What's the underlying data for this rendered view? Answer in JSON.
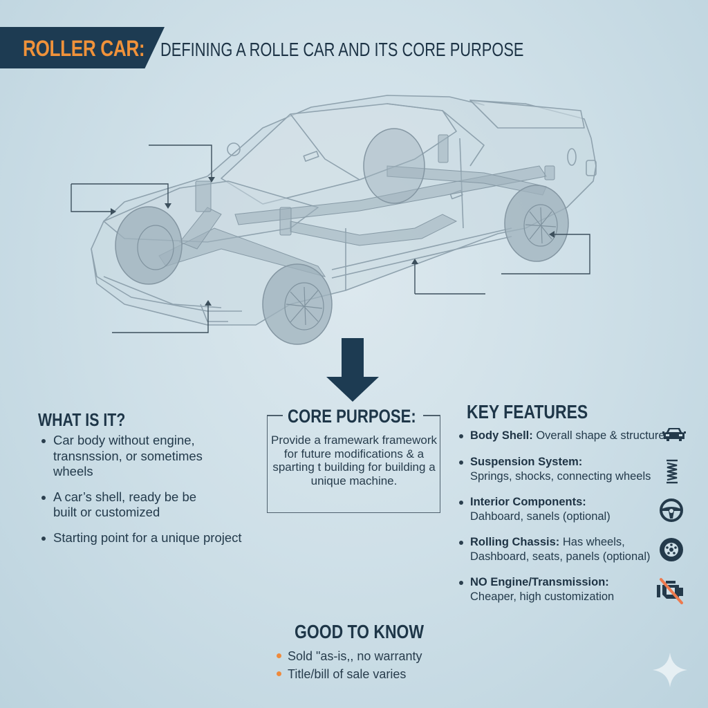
{
  "header": {
    "title_accent": "ROLLER CAR:",
    "title_main": "DEFINING A ROLLE CAR AND ITS CORE PURPOSE"
  },
  "illustration": {
    "subject": "transparent-car-chassis",
    "callout_count": 6,
    "arrow": "down-arrow-icon"
  },
  "what_is_it": {
    "title": "WHAT IS IT?",
    "items": [
      "Car body without engine, transnssion, or sometimes wheels",
      "A car’s shell, ready be be built or customized",
      "Starting point for a unique project"
    ]
  },
  "core_purpose": {
    "title": "CORE PURPOSE:",
    "text": "Provide a framewark framework for future modifications & a sparting t building for building a unique machine."
  },
  "key_features": {
    "title": "KEY FEATURES",
    "items": [
      {
        "label": "Body Shell:",
        "text": " Overall shape & structure",
        "icon": "car-icon"
      },
      {
        "label": "Suspension System:",
        "text": "Springs, shocks, connecting wheels",
        "icon": "spring-icon"
      },
      {
        "label": "Interior Components:",
        "text": "Dahboard, sanels (optional)",
        "icon": "steering-wheel-icon"
      },
      {
        "label": "Rolling Chassis:",
        "text": " Has wheels, Dashboard, seats, panels (optional)",
        "icon": "tire-icon"
      },
      {
        "label": "NO Engine/Transmission:",
        "text": "Cheaper, high customization",
        "icon": "no-engine-icon"
      }
    ]
  },
  "good_to_know": {
    "title": "GOOD TO KNOW",
    "items": [
      "Sold \"as-is,, no warranty",
      "Title/bill of sale varies"
    ]
  },
  "colors": {
    "banner": "#1d3b52",
    "accent_orange": "#f0923a",
    "text_dark": "#1e3648",
    "background": "#cfe0e8"
  }
}
